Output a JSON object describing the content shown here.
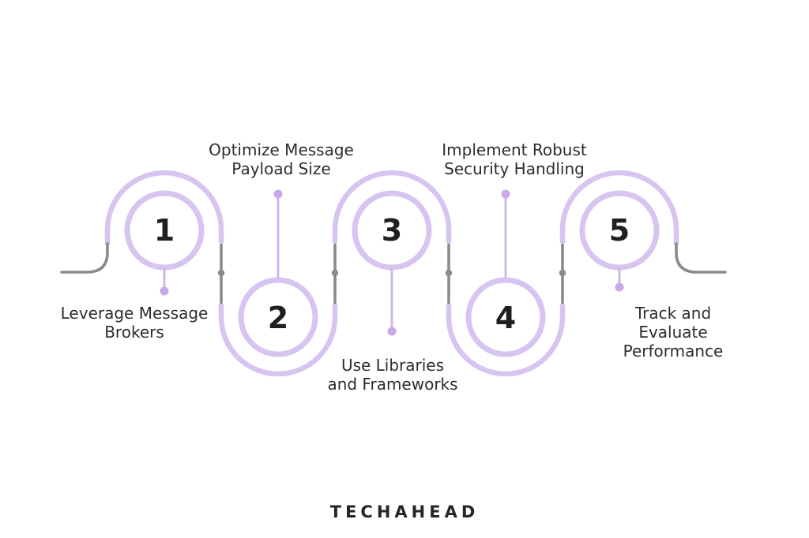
{
  "diagram": {
    "steps": [
      {
        "number": "1",
        "label": "Leverage Message\nBrokers",
        "label_position": "below"
      },
      {
        "number": "2",
        "label": "Optimize Message\nPayload Size",
        "label_position": "above"
      },
      {
        "number": "3",
        "label": "Use Libraries\nand Frameworks",
        "label_position": "below"
      },
      {
        "number": "4",
        "label": "Implement Robust\nSecurity Handling",
        "label_position": "above"
      },
      {
        "number": "5",
        "label": "Track and Evaluate\nPerformance",
        "label_position": "below"
      }
    ],
    "colors": {
      "path_purple": "#d8c4f0",
      "stem_purple": "#cdb3ea",
      "dot_purple": "#c9a9e8",
      "connector_gray": "#8a8a8a",
      "text_dark": "#2d2d2d",
      "background": "#ffffff"
    }
  },
  "footer": {
    "brand": "TECHAHEAD"
  }
}
